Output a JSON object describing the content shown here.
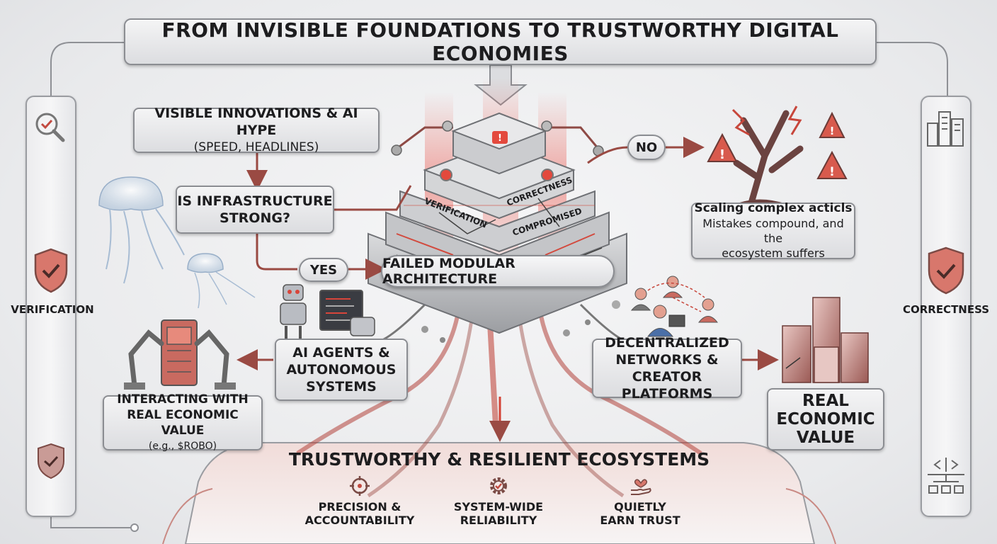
{
  "title": "FROM INVISIBLE FOUNDATIONS TO TRUSTWORTHY DIGITAL ECONOMIES",
  "visible_box": {
    "line1": "VISIBLE INNOVATIONS & AI HYPE",
    "line2": "(SPEED, HEADLINES)"
  },
  "question_box": {
    "line1": "IS INFRASTRUCTURE",
    "line2": "STRONG?"
  },
  "decision": {
    "no_label": "NO",
    "yes_label": "YES"
  },
  "failure_box": {
    "title": "Scaling complex acticls",
    "line1": "Mistakes compound, and the",
    "line2": "ecosystem suffers"
  },
  "stack_labels": {
    "verification": "VERIFICATION",
    "correctness": "CORRECTNESS",
    "compromised": "COMPROMISED"
  },
  "architecture_label": "FAILED MODULAR ARCHITECTURE",
  "ai_box": {
    "line1": "AI AGENTS &",
    "line2": "AUTONOMOUS",
    "line3": "SYSTEMS"
  },
  "decentral_box": {
    "line1": "DECENTRALIZED",
    "line2": "NETWORKS &",
    "line3": "CREATOR PLATFORMS"
  },
  "interacting_box": {
    "line1": "INTERACTING WITH",
    "line2": "REAL ECONOMIC VALUE",
    "line3": "(e.g., $ROBO)"
  },
  "real_value_box": {
    "line1": "REAL",
    "line2": "ECONOMIC",
    "line3": "VALUE"
  },
  "left_label": "VERIFICATION",
  "right_label": "CORRECTNESS",
  "bottom": {
    "title": "TRUSTWORTHY & RESILIENT ECOSYSTEMS",
    "items": [
      {
        "icon": "crosshair-icon",
        "line1": "PRECISION &",
        "line2": "ACCOUNTABILITY"
      },
      {
        "icon": "gear-check-icon",
        "line1": "SYSTEM-WIDE",
        "line2": "RELIABILITY"
      },
      {
        "icon": "hand-heart-icon",
        "line1": "QUIETLY",
        "line2": "EARN TRUST"
      }
    ]
  },
  "colors": {
    "accent_red": "#b8332b",
    "arrow_brown": "#9a4a43",
    "border_gray": "#8b8d92"
  }
}
